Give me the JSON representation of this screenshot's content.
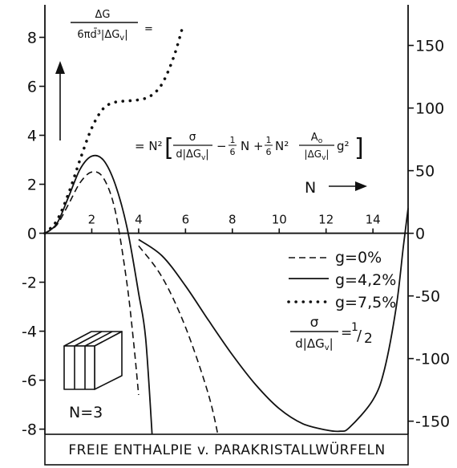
{
  "chart_data": {
    "type": "line",
    "title": "",
    "caption": "FREIE ENTHALPIE v. PARAKRISTALLWÜRFELN",
    "xlabel": "N",
    "ylabel_left": "ΔG / (6π d̄³ |ΔG_v|) =",
    "formula": {
      "prefix": "= N²",
      "sigma_num": "σ",
      "sigma_den": "d̄|ΔG_v|",
      "t1": "- ",
      "t2": " N + ",
      "t3": " N² ",
      "a_num": "A_o",
      "a_den": "|ΔG_v|",
      "t4": " g²",
      "frac_one": "1",
      "frac_six": "6"
    },
    "xlim": [
      0,
      15.5
    ],
    "ylim_left": [
      -8.8,
      9.0
    ],
    "ylim_right": [
      -172,
      176
    ],
    "x_ticks": [
      2,
      4,
      6,
      8,
      10,
      12,
      14
    ],
    "y_ticks_left": [
      8,
      6,
      4,
      2,
      0,
      -2,
      -4,
      -6,
      -8
    ],
    "y_ticks_right": [
      150,
      100,
      50,
      0,
      -50,
      -100,
      -150
    ],
    "grid": false,
    "legend_position": "right-middle",
    "legend": [
      {
        "label": "g=0%",
        "style": "dashed"
      },
      {
        "label": "g=4,2%",
        "style": "solid"
      },
      {
        "label": "g=7,5%",
        "style": "dotted"
      }
    ],
    "legend_ratio": {
      "num": "σ",
      "den": "d̄|ΔG_v|",
      "value": "1/2"
    },
    "inset_label": "N=3",
    "series": [
      {
        "name": "g=0%",
        "style": "dashed",
        "axis": "left",
        "x": [
          0,
          0.5,
          1.0,
          1.5,
          2.0,
          2.5,
          3.0,
          3.5,
          3.8,
          4.0
        ],
        "y": [
          0,
          0.33,
          1.17,
          2.06,
          2.5,
          2.25,
          0.92,
          -2.04,
          -4.59,
          -6.6
        ]
      },
      {
        "name": "g=4,2%",
        "style": "solid",
        "axis": "left",
        "x": [
          0,
          0.5,
          1.0,
          1.5,
          2.0,
          2.5,
          3.0,
          3.5,
          4.0,
          4.3,
          4.6
        ],
        "y": [
          0,
          0.38,
          1.46,
          2.61,
          3.15,
          2.98,
          2.0,
          0.25,
          -2.45,
          -4.3,
          -8.6
        ]
      },
      {
        "name": "g=7,5%",
        "style": "dotted",
        "axis": "left",
        "x": [
          0,
          0.5,
          1.0,
          1.5,
          2.0,
          2.5,
          3.0,
          3.5,
          4.0,
          4.5,
          5.0,
          5.5,
          5.9
        ],
        "y": [
          0,
          0.5,
          1.6,
          3.0,
          4.3,
          5.1,
          5.35,
          5.4,
          5.45,
          5.6,
          6.1,
          7.2,
          8.5
        ]
      },
      {
        "name": "",
        "style": "solid",
        "axis": "right",
        "x": [
          4.0,
          5.0,
          6.0,
          7.0,
          8.0,
          9.0,
          10.0,
          11.0,
          12.0,
          12.6,
          13.0,
          14.0,
          14.5,
          15.0,
          15.3,
          15.5
        ],
        "y": [
          -5,
          -18,
          -42,
          -70,
          -97,
          -121,
          -140,
          -152,
          -157,
          -158,
          -155,
          -133,
          -108,
          -58,
          -10,
          20
        ]
      },
      {
        "name": "",
        "style": "dashed",
        "axis": "right",
        "x": [
          4.0,
          5.0,
          6.0,
          7.0,
          7.5
        ],
        "y": [
          -10,
          -35,
          -75,
          -130,
          -172
        ]
      }
    ]
  }
}
